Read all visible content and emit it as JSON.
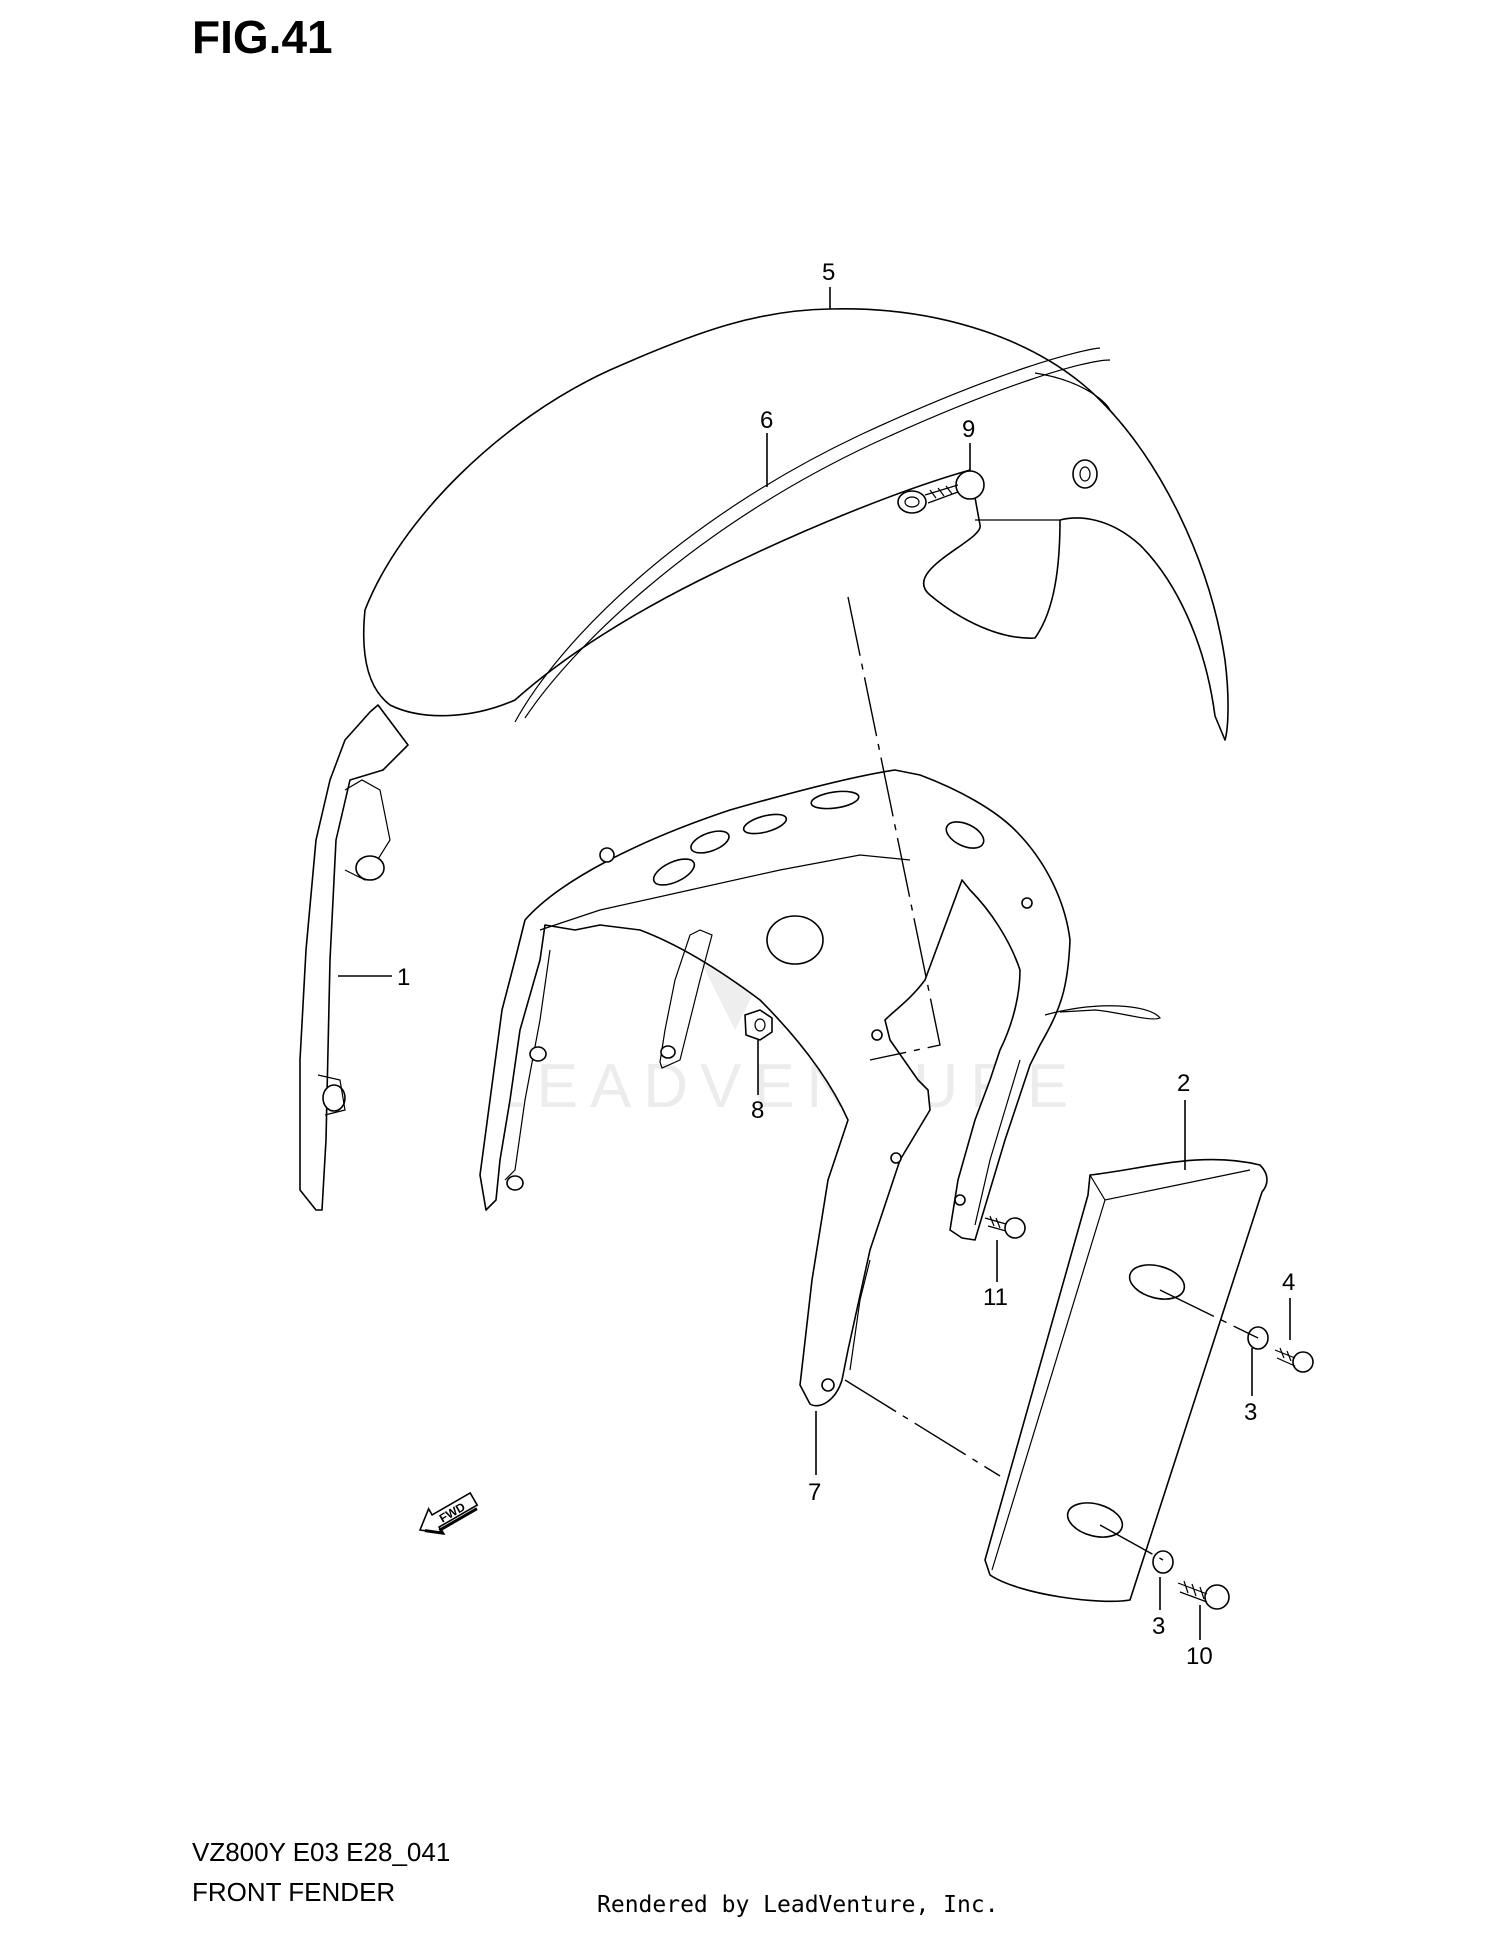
{
  "figure": {
    "title": "FIG.41",
    "model_code": "VZ800Y E03 E28_041",
    "section_name": "FRONT FENDER",
    "rendered_by": "Rendered by LeadVenture, Inc.",
    "watermark": "LEADVENTURE"
  },
  "callouts": {
    "c1": "1",
    "c2": "2",
    "c3a": "3",
    "c3b": "3",
    "c4": "4",
    "c5": "5",
    "c6": "6",
    "c7": "7",
    "c8": "8",
    "c9": "9",
    "c10": "10",
    "c11": "11"
  },
  "fwd_arrow_label": "FWD"
}
